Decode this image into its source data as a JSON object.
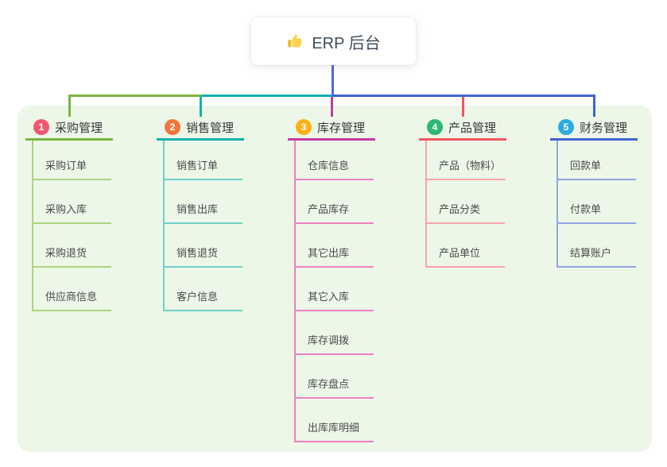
{
  "root": {
    "title": "ERP 后台",
    "icon": "thumbs-up-icon"
  },
  "colors": {
    "panel": "#ecf7e8",
    "stem": "#4f68d8",
    "thumb_main": "#fbd34d",
    "thumb_cuff": "#f2b92c"
  },
  "branches": [
    {
      "num": "1",
      "title": "采购管理",
      "color": "#7cb53e",
      "light": "#abd47f",
      "badge": "#f1566f",
      "items": [
        "采购订单",
        "采购入库",
        "采购退货",
        "供应商信息"
      ]
    },
    {
      "num": "2",
      "title": "销售管理",
      "color": "#12b2ac",
      "light": "#6fcfca",
      "badge": "#f3763c",
      "items": [
        "销售订单",
        "销售出库",
        "销售退货",
        "客户信息"
      ]
    },
    {
      "num": "3",
      "title": "库存管理",
      "color": "#c73aa2",
      "light": "#ef7fc0",
      "badge": "#fcb116",
      "items": [
        "仓库信息",
        "产品库存",
        "其它出库",
        "其它入库",
        "库存调拨",
        "库存盘点",
        "出库库明细"
      ]
    },
    {
      "num": "4",
      "title": "产品管理",
      "color": "#f4565e",
      "light": "#f9a3a7",
      "badge": "#2cb873",
      "items": [
        "产品（物料）",
        "产品分类",
        "产品单位"
      ]
    },
    {
      "num": "5",
      "title": "财务管理",
      "color": "#3f63d2",
      "light": "#90a5e4",
      "badge": "#2cabdd",
      "items": [
        "回款单",
        "付款单",
        "结算账户"
      ]
    }
  ]
}
